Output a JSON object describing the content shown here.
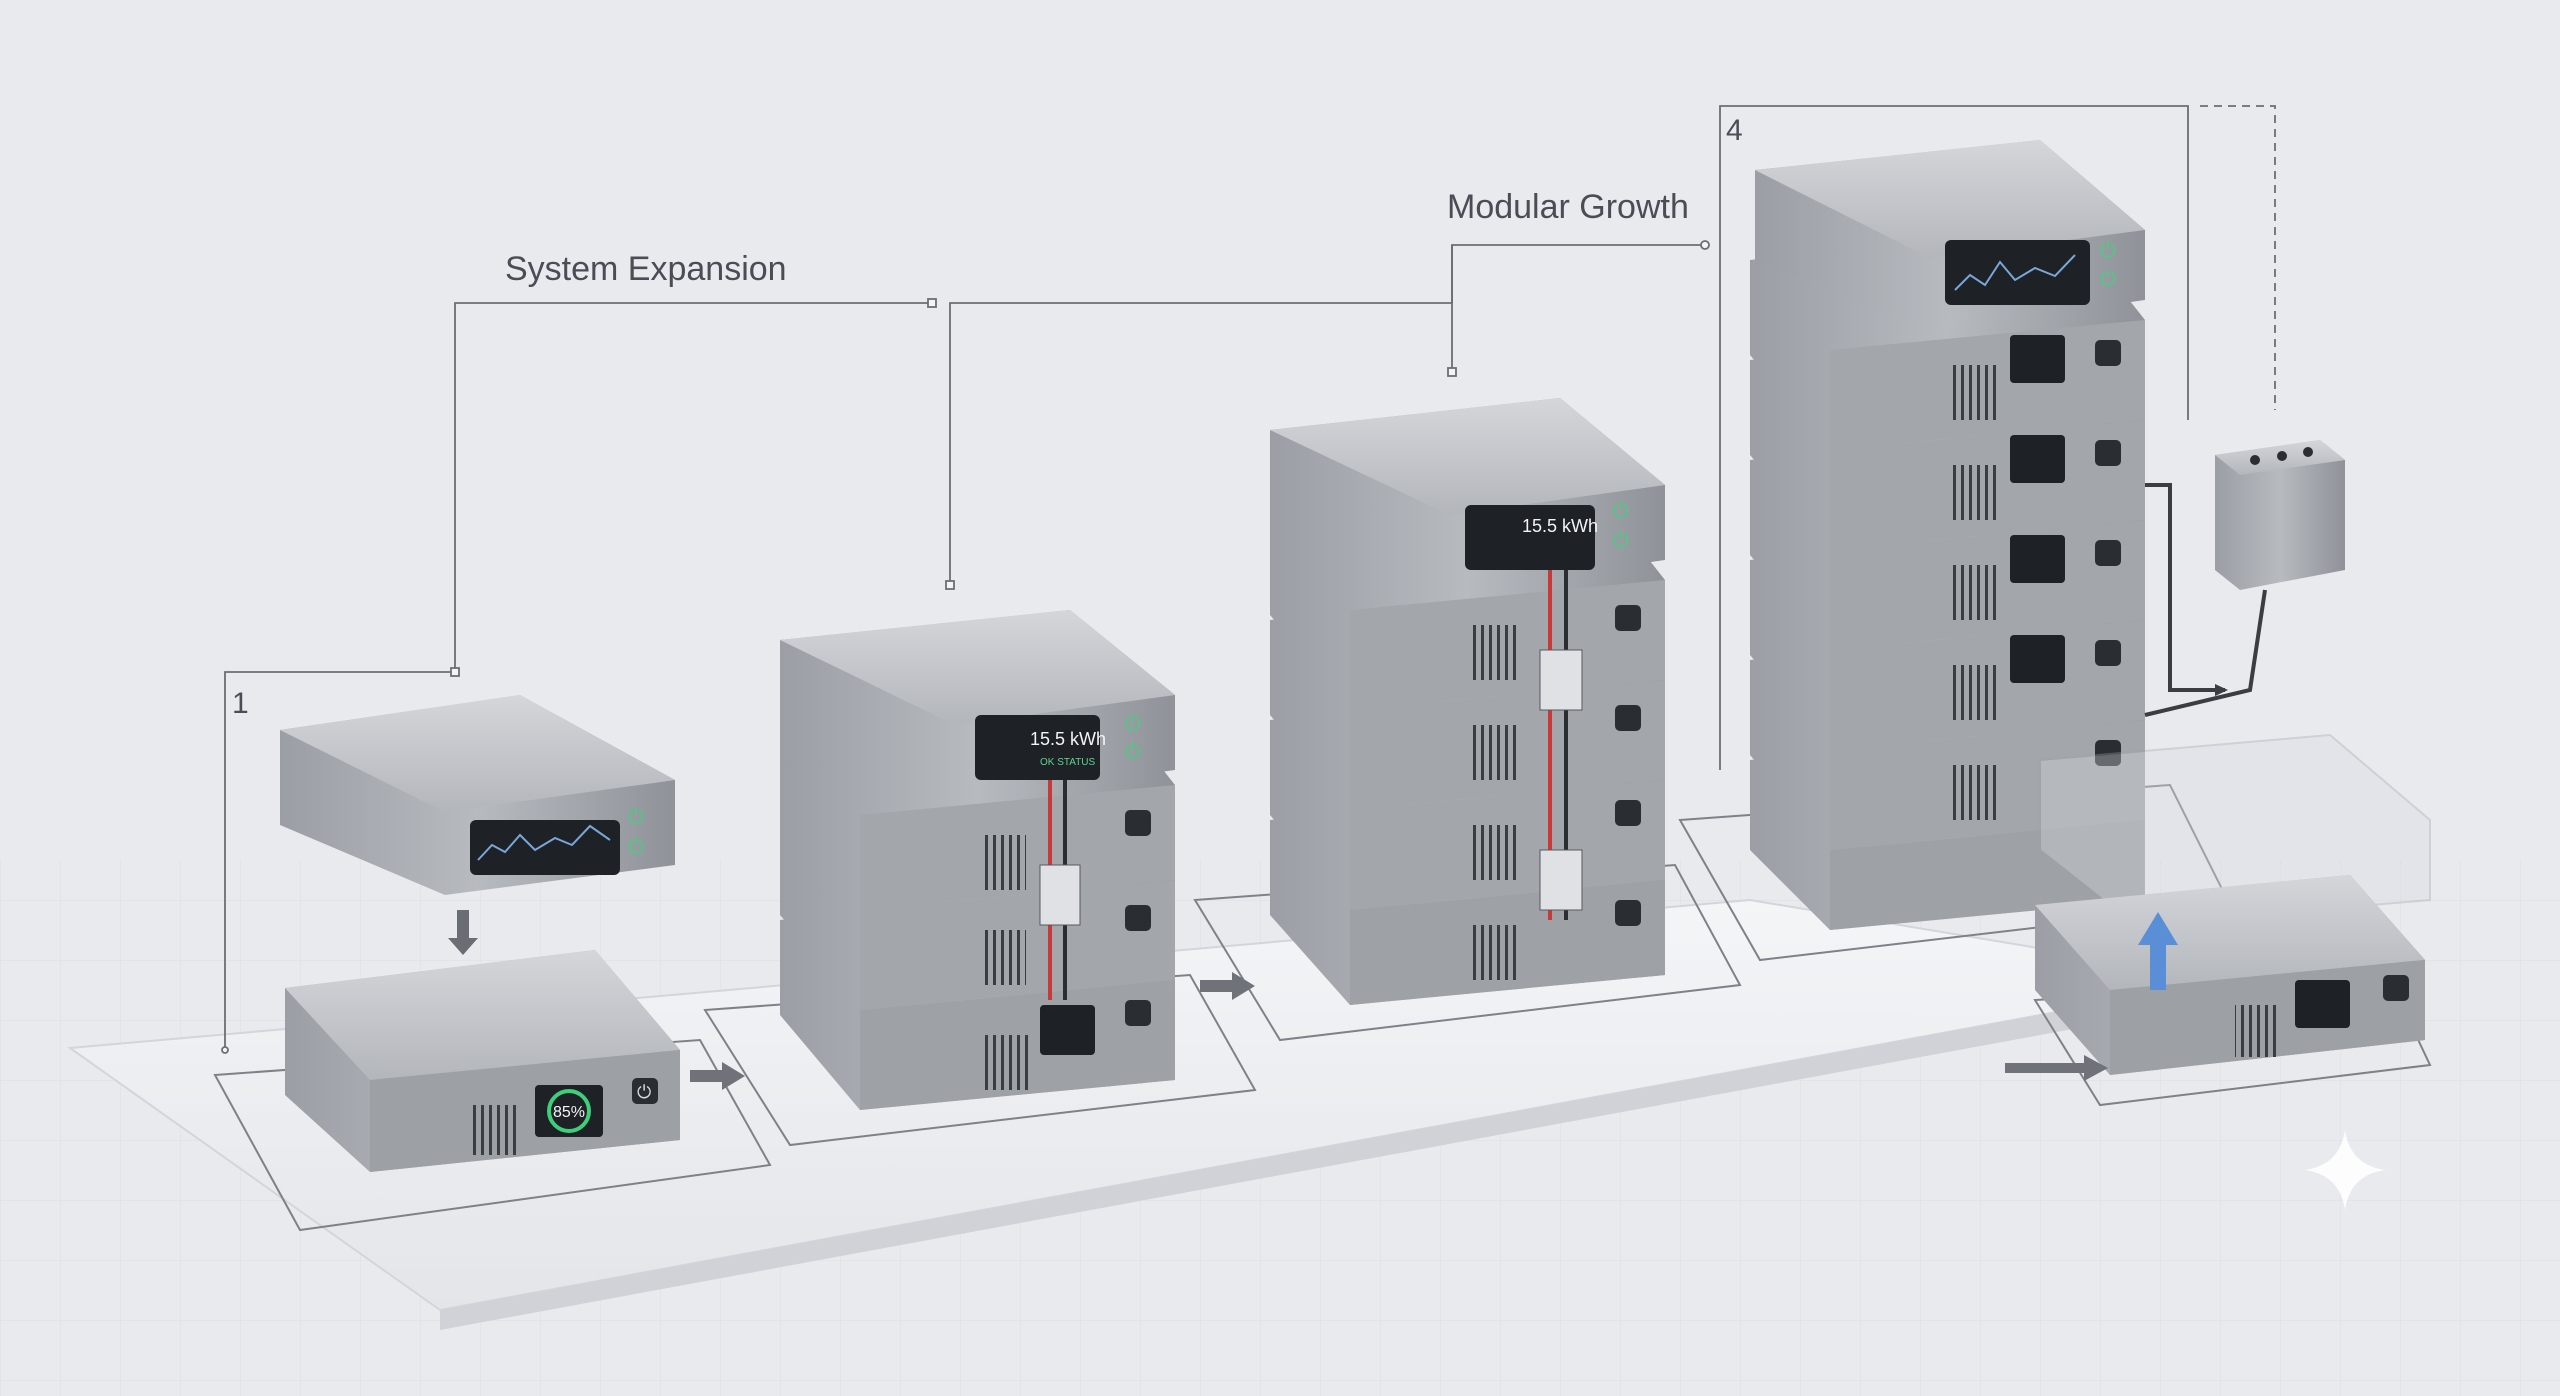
{
  "labels": {
    "step_1": "1",
    "step_4": "4",
    "system_expansion": "System Expansion",
    "modular_growth": "Modular Growth"
  },
  "readouts": {
    "charge_percent": "85%",
    "stack2_energy": "15.5 kWh",
    "stack2_status": "OK STATUS",
    "stack3_energy": "15.5 kWh"
  },
  "icons": {
    "power": "power-icon",
    "arrow": "arrow-right-icon",
    "sparkle": "sparkle-icon"
  },
  "colors": {
    "background": "#e9eaee",
    "module_body": "#a7abb0",
    "module_top": "#c9ccd0",
    "screen": "#1e2227",
    "status_led": "#5fd48a",
    "power_glow": "#43d07e",
    "charge_ring": "#3fcf7a",
    "cable_red": "#c83a3a",
    "arrow_blue": "#5a8fd8"
  }
}
